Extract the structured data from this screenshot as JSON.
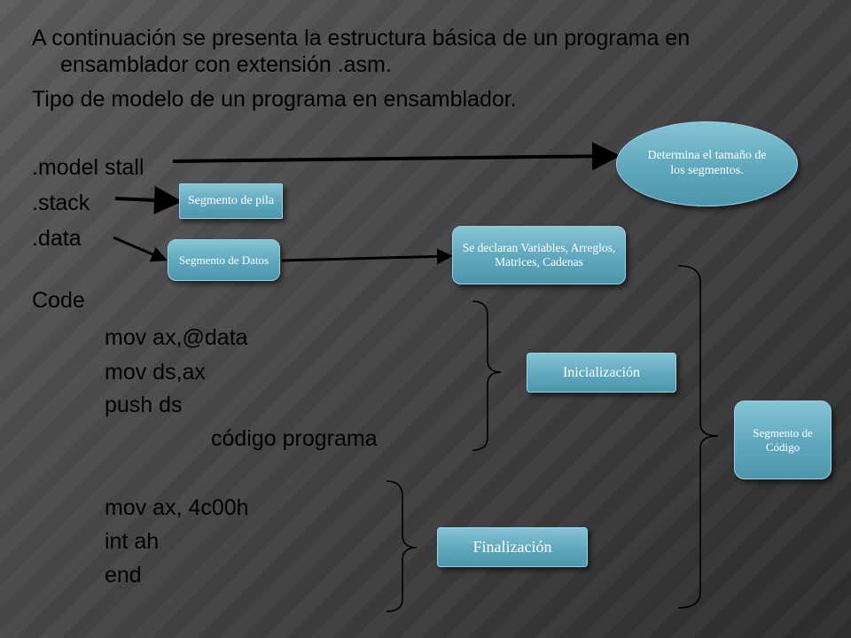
{
  "intro": {
    "line1": "A continuación se presenta la estructura básica de un programa en",
    "line2": "ensamblador con extensión .asm.",
    "line3": "Tipo de modelo de un programa en ensamblador."
  },
  "code": {
    "model": ".model stall",
    "stack": ".stack",
    "data": ".data",
    "code_label": "Code",
    "line_mov_ax_data": "mov ax,@data",
    "line_mov_ds_ax": "mov ds,ax",
    "line_push_ds": "push ds",
    "line_codigo": "código programa",
    "line_mov_ax_4c00h": "mov ax, 4c00h",
    "line_int_ah": "int ah",
    "line_end": "end"
  },
  "labels": {
    "determina": "Determina el tamaño de los segmentos.",
    "segmento_pila": "Segmento de pila",
    "segmento_datos": "Segmento de Datos",
    "declaran": "Se declaran Variables, Arreglos, Matrices, Cadenas",
    "inicializacion": "Inicialización",
    "finalizacion": "Finalización",
    "segmento_codigo": "Segmento de Código"
  },
  "colors": {
    "box_fill": "#5fa7bd",
    "background": "#4b4b4d"
  }
}
